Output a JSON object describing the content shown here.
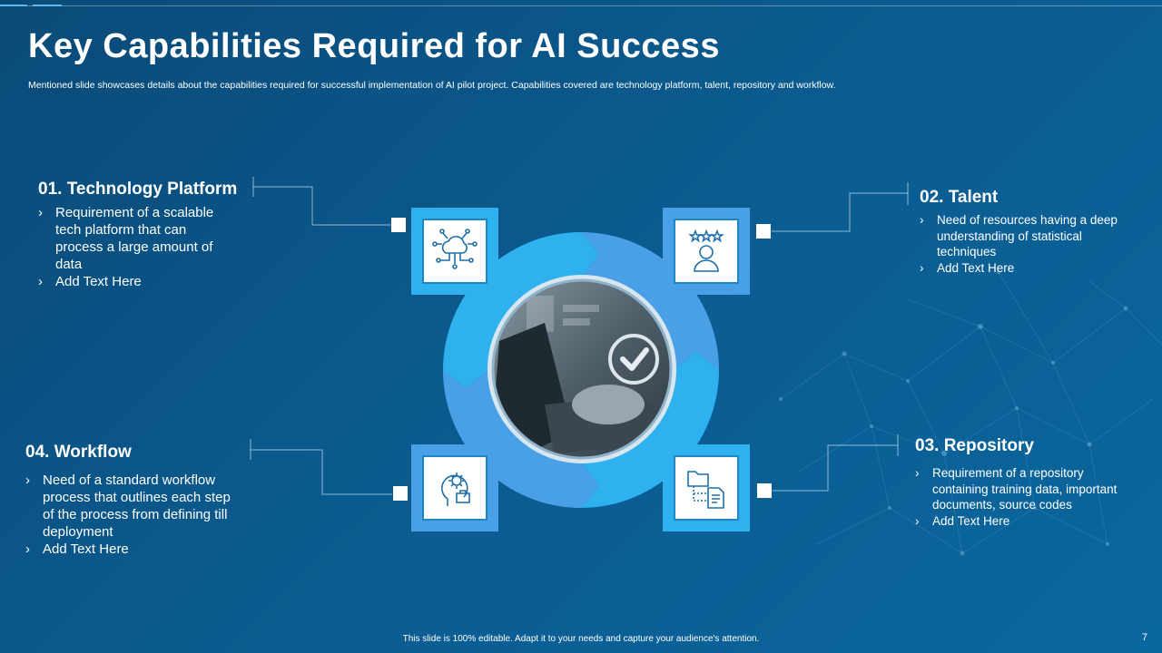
{
  "title": "Key Capabilities Required for AI Success",
  "subtitle": "Mentioned slide showcases details about the capabilities required for successful implementation of AI pilot project. Capabilities covered are technology platform, talent, repository and workflow.",
  "capabilities": [
    {
      "heading": "01. Technology  Platform",
      "icon": "cloud-circuit-icon",
      "bullets": [
        "Requirement  of a scalable tech platform that can process a large amount of data",
        "Add Text Here"
      ]
    },
    {
      "heading": "02. Talent",
      "icon": "user-rating-icon",
      "bullets": [
        "Need of resources having a deep understanding of statistical techniques",
        "Add Text Here"
      ]
    },
    {
      "heading": "03. Repository",
      "icon": "folder-document-icon",
      "bullets": [
        "Requirement of a repository containing training data, important documents, source codes",
        " Add Text Here"
      ]
    },
    {
      "heading": "04. Workflow",
      "icon": "head-gear-workflow-icon",
      "bullets": [
        "Need of a standard workflow process that outlines each step of the process from defining till deployment",
        "Add Text Here"
      ]
    }
  ],
  "center_image_icon": "checkmark-laptop-icon",
  "footer": "This slide is 100% editable.  Adapt it to your needs and capture your audience's attention.",
  "page_number": "7",
  "colors": {
    "background": "#0b5a8e",
    "accent_light": "#2fb1f0",
    "accent_mid": "#4aa0e6"
  }
}
